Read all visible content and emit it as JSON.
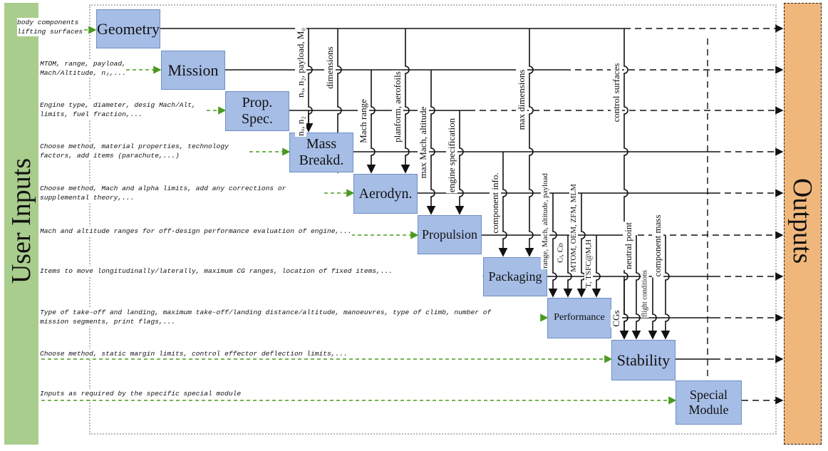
{
  "left_panel": {
    "label": "User Inputs"
  },
  "right_panel": {
    "label": "Outputs"
  },
  "modules": [
    {
      "label": "Geometry"
    },
    {
      "label": "Mission"
    },
    {
      "label": "Prop.\nSpec."
    },
    {
      "label": "Mass\nBreakd."
    },
    {
      "label": "Aerodyn."
    },
    {
      "label": "Propulsion"
    },
    {
      "label": "Packaging"
    },
    {
      "label": "Performance"
    },
    {
      "label": "Stability"
    },
    {
      "label": "Special\nModule"
    }
  ],
  "user_inputs": [
    "body components\nlifting surfaces",
    "MTOM, range, payload,\nMach/Altitude, n₂,...",
    "Engine type, diameter, desig Mach/Alt,\nlimits, fuel fraction,...",
    "Choose method, material properties, technology\nfactors, add items (parachute,...)",
    "Choose method, Mach and alpha limits, add any corrections or\nsupplemental theory,...",
    "Mach and altitude ranges for off-design performance evaluation of engine,...",
    "Items to move longitudinally/laterally, maximum CG ranges, location of fixed items,...",
    "Type of take-off and landing, maximum take-off/landing distance/altitude, manoeuvres, type of climb, number of\nmission segments, print flags,...",
    "Choose method, static margin limits, control effector deflection limits,...",
    "Inputs as required by the specific special module"
  ],
  "connections": [
    "nₓ, n₂, payload, M₀",
    "dimensions",
    "nₓ, n₂",
    "Mach range",
    "planform, aerofoils",
    "max Mach, altitude",
    "engine specification",
    "component info.",
    "max dimensions",
    "range, Mach, altitude, payload",
    "Cₗ, Cᴅ",
    "MTOM, OEM, ZFM, MLM",
    "T, TSFC@M,H",
    "control surfaces",
    "CGs",
    "neutral point",
    "flight conditions",
    "component mass"
  ],
  "colors": {
    "module_fill": "#a6bde6",
    "user_panel": "#a9cd8c",
    "output_panel": "#f0b77c",
    "input_arrow": "#4a9a1e"
  }
}
